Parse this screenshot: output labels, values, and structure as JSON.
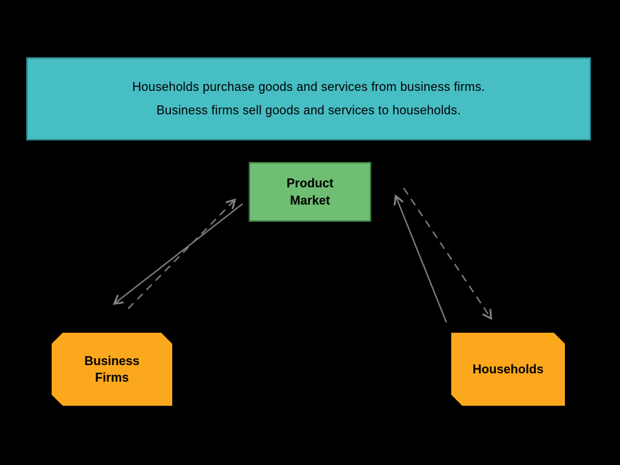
{
  "banner": {
    "line1": "Households purchase goods and services from business firms.",
    "line2": "Business firms sell goods and services to households."
  },
  "nodes": {
    "product_market": {
      "line1": "Product",
      "line2": "Market"
    },
    "business_firms": {
      "line1": "Business",
      "line2": "Firms"
    },
    "households": {
      "label": "Households"
    }
  },
  "arrows": [
    {
      "from": "business-firms",
      "to": "product-market",
      "style": "dashed"
    },
    {
      "from": "product-market",
      "to": "business-firms",
      "style": "solid"
    },
    {
      "from": "households",
      "to": "product-market",
      "style": "solid"
    },
    {
      "from": "product-market",
      "to": "households",
      "style": "dashed"
    }
  ],
  "colors": {
    "background": "#000000",
    "banner_fill": "#47bec4",
    "product_market_fill": "#6fbe73",
    "firms_households_fill": "#fba81c",
    "arrow": "#808080",
    "text": "#000000"
  }
}
